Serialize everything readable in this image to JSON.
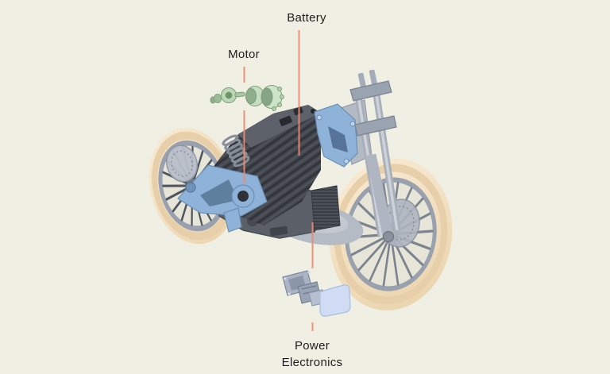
{
  "diagram": {
    "labels": {
      "battery": "Battery",
      "motor": "Motor",
      "power_electronics": "Power Electronics"
    },
    "palette": {
      "background": "#f0efe3",
      "leader-line": "#ef8a6e",
      "label-text": "#1d1d1d",
      "tire": "#f5e4c8",
      "tire-shade": "#e7cfa9",
      "metal-gray": "#a9b0bc",
      "rim-gray": "#99a1ae",
      "battery-dark": "#43474e",
      "accent-blue": "#8fb3d8",
      "motor-green": "#c5dfc0",
      "pe-cover-blue": "#cfdcf4"
    }
  }
}
